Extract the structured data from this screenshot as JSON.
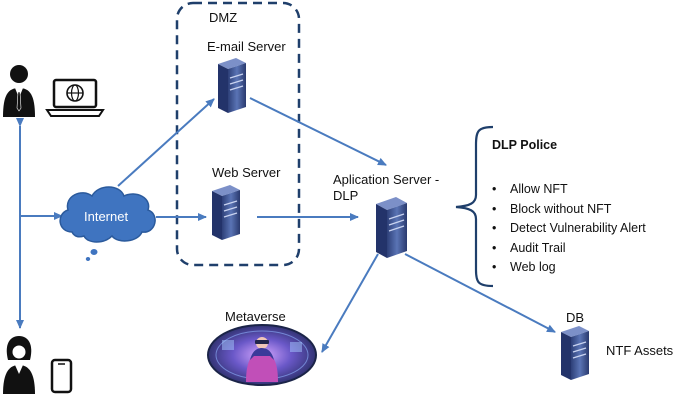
{
  "dmz": {
    "label": "DMZ"
  },
  "email_server": {
    "label": "E-mail Server"
  },
  "web_server": {
    "label": "Web Server"
  },
  "app_server": {
    "label_line1": "Aplication Server -",
    "label_line2": "DLP"
  },
  "internet": {
    "label": "Internet"
  },
  "metaverse": {
    "label": "Metaverse"
  },
  "db": {
    "label": "DB",
    "assets_label": "NTF Assets"
  },
  "dlp_policy": {
    "title": "DLP Police",
    "items": [
      "Allow NFT",
      "Block without NFT",
      "Detect Vulnerability Alert",
      "Audit Trail",
      "Web log"
    ]
  },
  "colors": {
    "arrow": "#4a7bbf",
    "cloud": "#3f74c0",
    "dmz_border": "#1f3f6b",
    "server": "#334a86"
  },
  "icons": [
    "male-user-icon",
    "laptop-globe-icon",
    "female-user-icon",
    "smartphone-icon",
    "server-icon",
    "cloud-icon"
  ]
}
